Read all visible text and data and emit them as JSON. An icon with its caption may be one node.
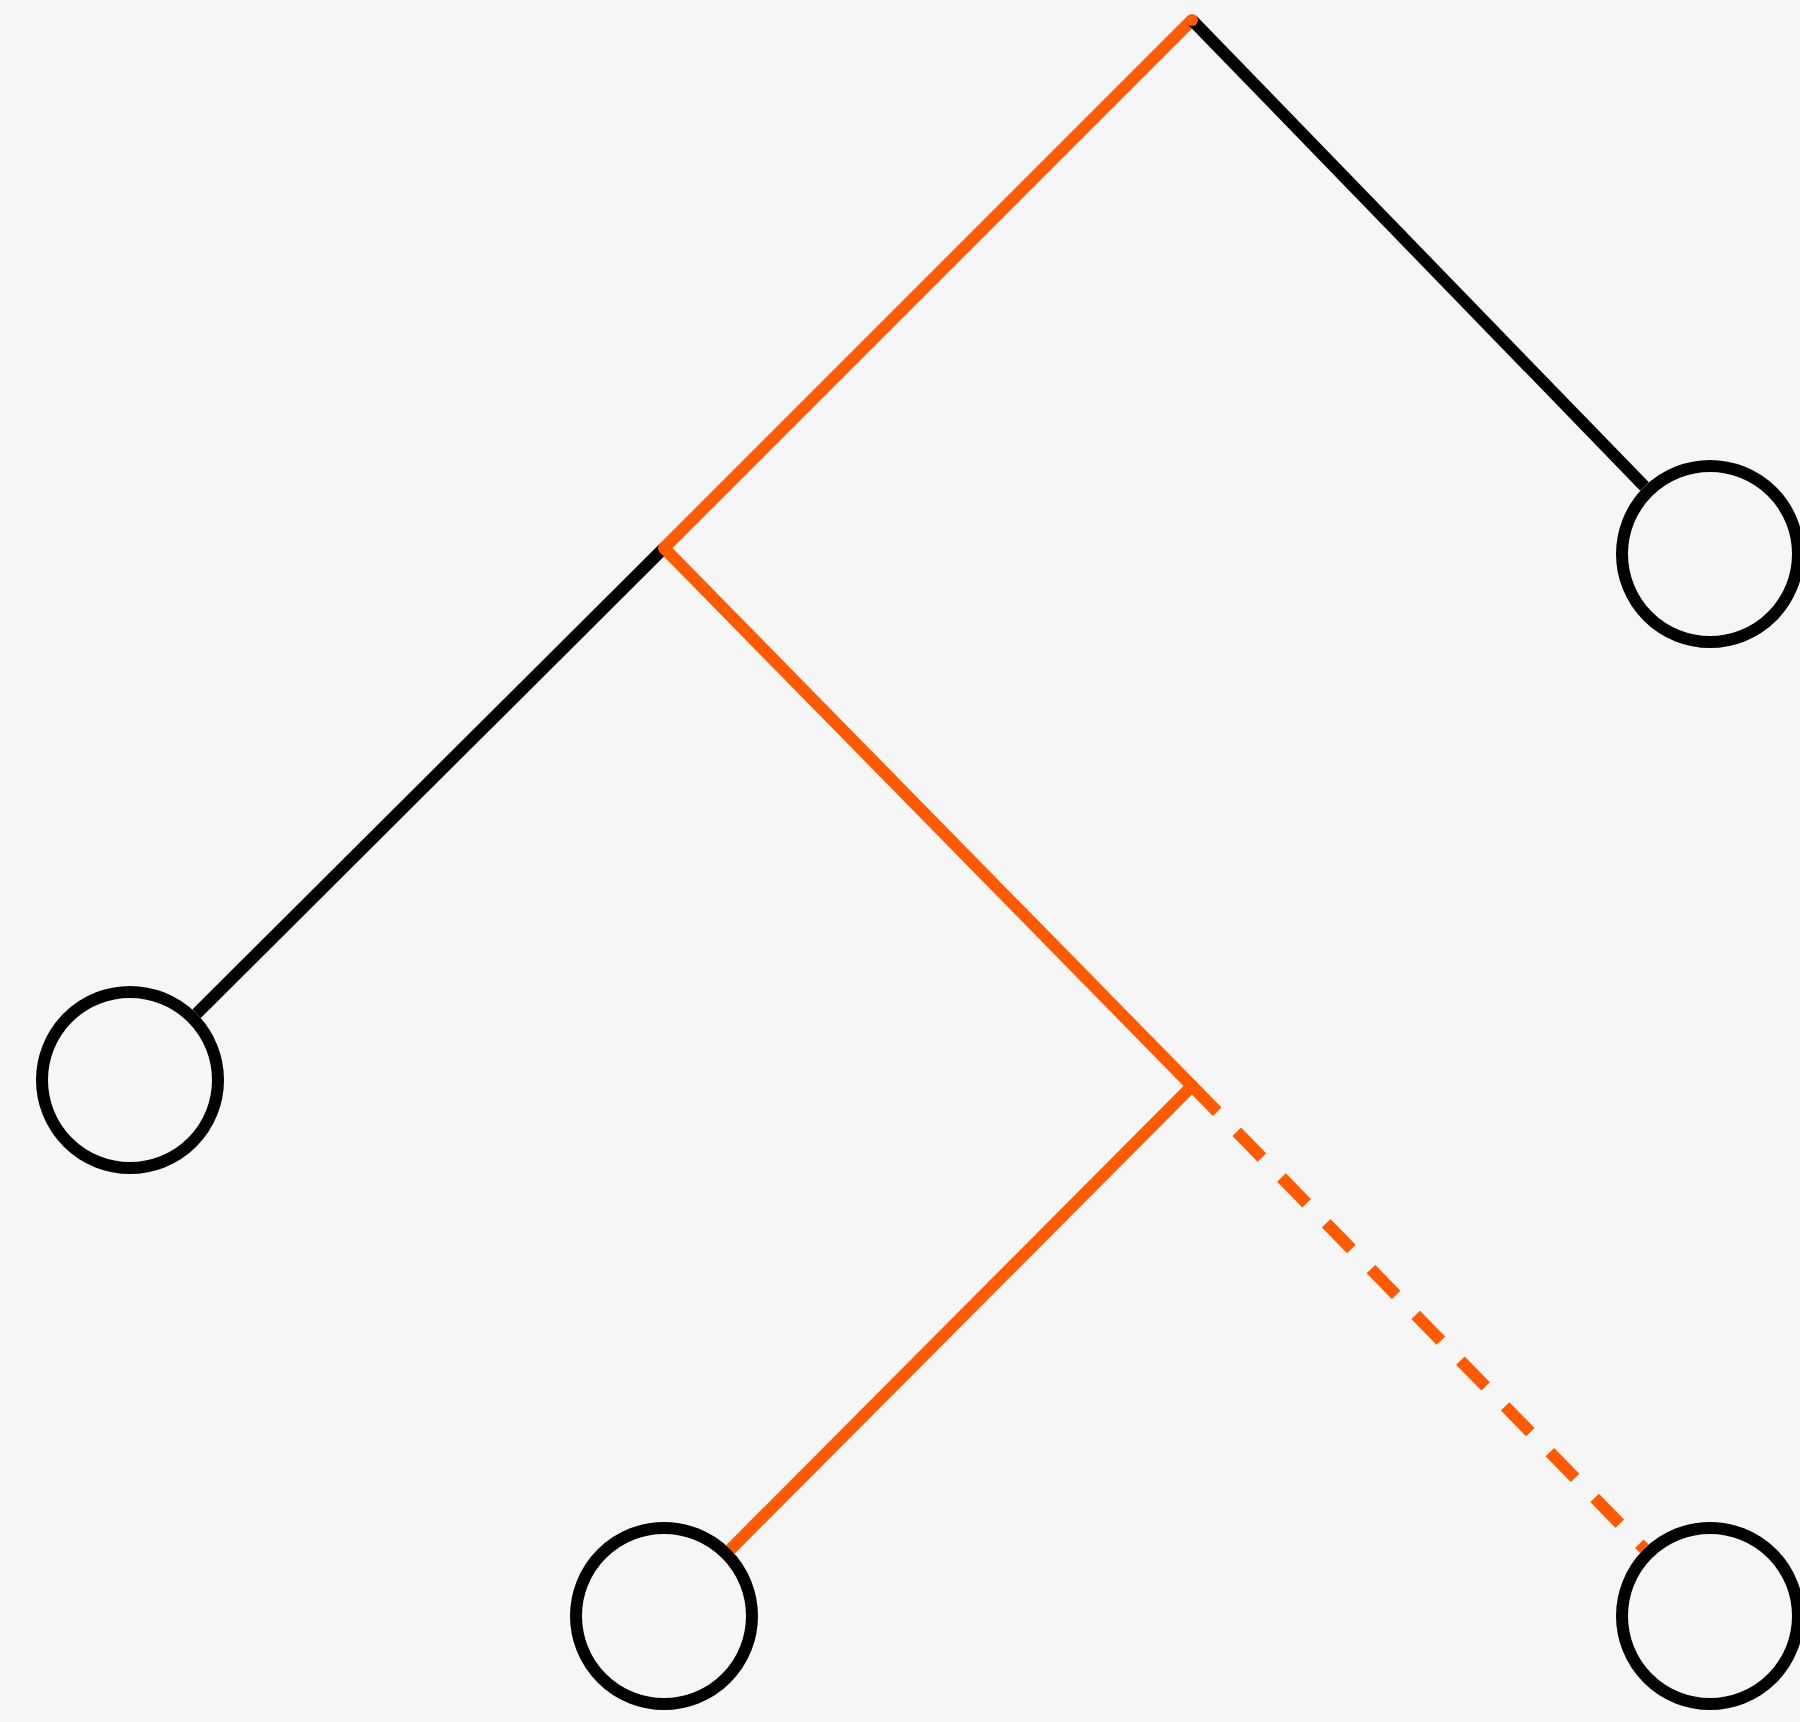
{
  "diagram": {
    "nodes": [
      {
        "text": [],
        "shape": "point"
      },
      {
        "text": [],
        "shape": "point"
      },
      {
        "text": [],
        "shape": "circle"
      },
      {
        "text": [],
        "shape": "circle"
      },
      {
        "text": [],
        "shape": "point"
      },
      {
        "text": [],
        "shape": "circle"
      },
      {
        "text": [],
        "shape": "circle"
      }
    ],
    "edges": [
      {
        "from": 0,
        "to": 1,
        "arrow": "none"
      },
      {
        "from": 0,
        "to": 2,
        "arrow": "none",
        "color": "#000000"
      },
      {
        "from": 1,
        "to": 3,
        "arrow": "none",
        "color": "#000000"
      },
      {
        "from": 1,
        "to": 4,
        "arrow": "none"
      },
      {
        "from": 4,
        "to": 5,
        "arrow": "none"
      },
      {
        "from": 4,
        "to": 6,
        "arrow": "none",
        "style": "dashed"
      }
    ]
  }
}
